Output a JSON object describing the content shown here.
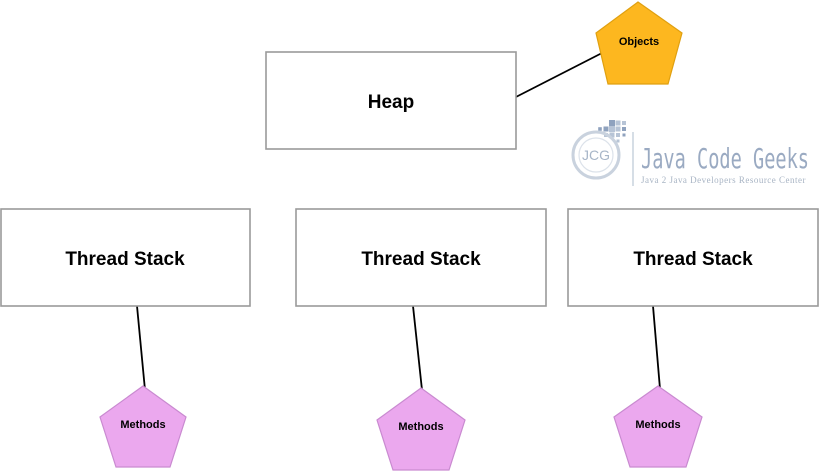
{
  "heap": {
    "label": "Heap"
  },
  "objects": {
    "label": "Objects"
  },
  "thread_stacks": [
    {
      "label": "Thread Stack",
      "methods_label": "Methods"
    },
    {
      "label": "Thread Stack",
      "methods_label": "Methods"
    },
    {
      "label": "Thread Stack",
      "methods_label": "Methods"
    }
  ],
  "watermark": {
    "badge": "JCG",
    "name": "Java Code Geeks",
    "tagline": "Java 2 Java Developers Resource Center"
  },
  "colors": {
    "objects_fill": "#FDB71F",
    "objects_stroke": "#E0A010",
    "methods_fill": "#EBA8EE",
    "methods_stroke": "#C98AD0",
    "box_stroke": "#9A9A9A",
    "logo_text": "#9AAAC2"
  }
}
